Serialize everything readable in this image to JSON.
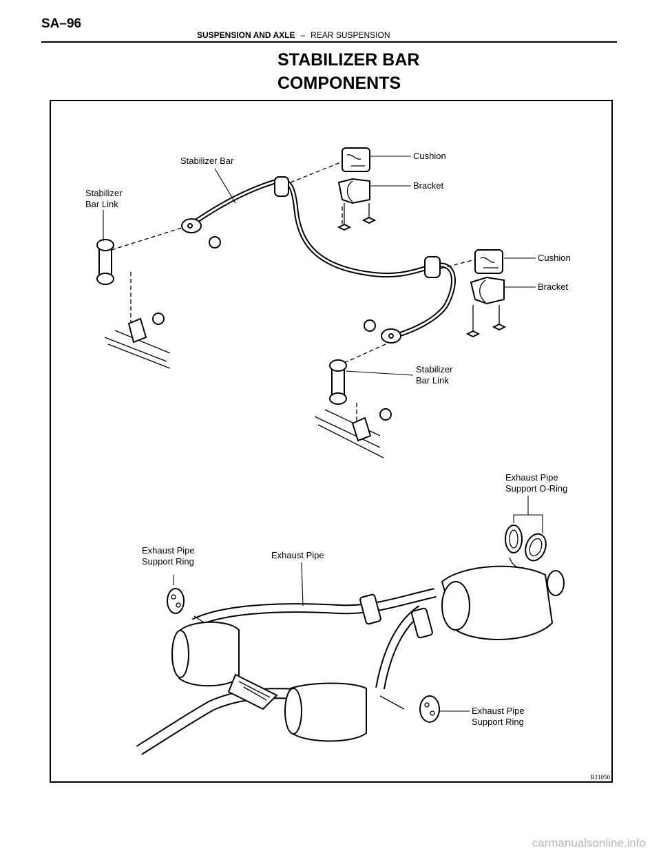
{
  "header": {
    "page_number": "SA–96",
    "section": "SUSPENSION AND AXLE",
    "separator": "–",
    "subsection": "REAR SUSPENSION"
  },
  "title": {
    "line1": "STABILIZER BAR",
    "line2": "COMPONENTS"
  },
  "figure": {
    "code": "R11050",
    "labels": {
      "stabilizer_bar": "Stabilizer Bar",
      "cushion_top": "Cushion",
      "bracket_top": "Bracket",
      "stabilizer_bar_link_left": [
        "Stabilizer",
        "Bar Link"
      ],
      "cushion_right": "Cushion",
      "bracket_right": "Bracket",
      "stabilizer_bar_link_right": [
        "Stabilizer",
        "Bar Link"
      ],
      "exhaust_pipe_support_o_ring": [
        "Exhaust Pipe",
        "Support O-Ring"
      ],
      "exhaust_pipe_support_ring_left": [
        "Exhaust Pipe",
        "Support Ring"
      ],
      "exhaust_pipe": "Exhaust Pipe",
      "exhaust_pipe_support_ring_right": [
        "Exhaust Pipe",
        "Support Ring"
      ]
    }
  },
  "watermark": "carmanualsonline.info"
}
